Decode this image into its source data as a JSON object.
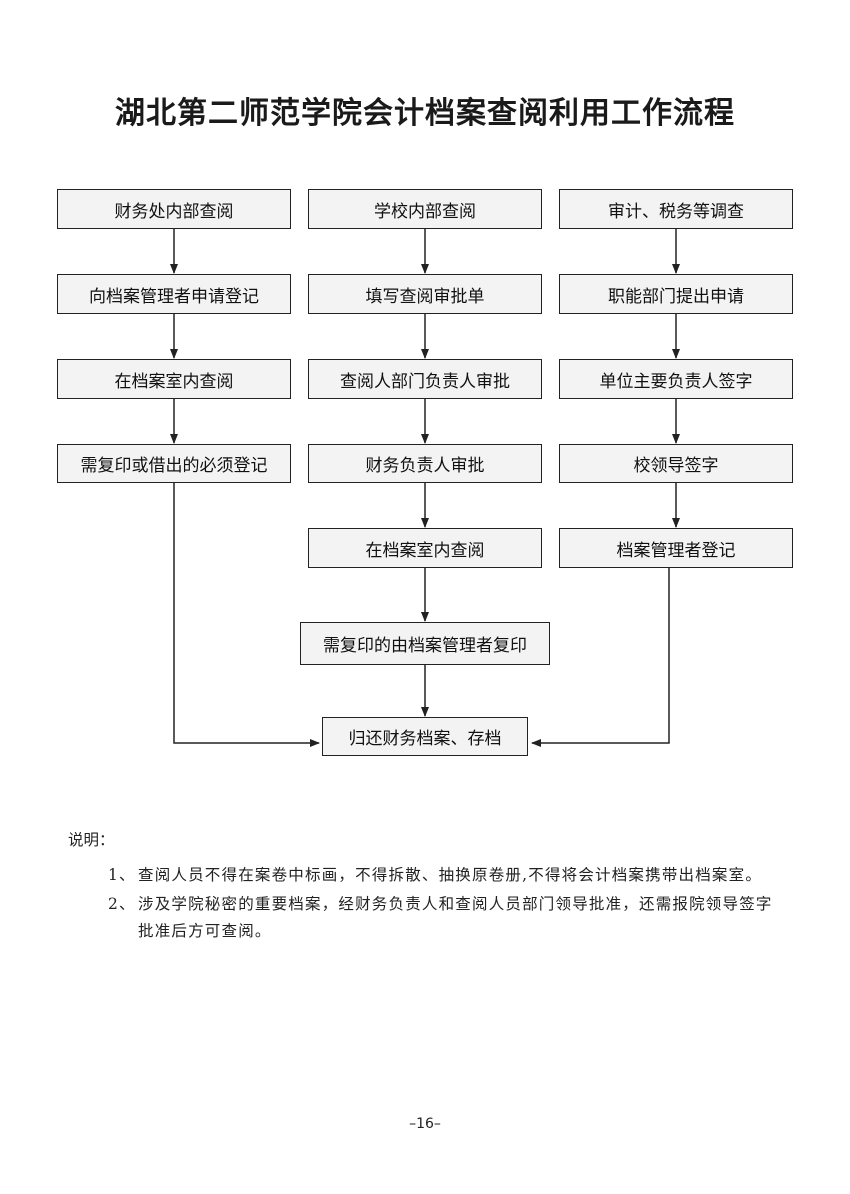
{
  "title": "湖北第二师范学院会计档案查阅利用工作流程",
  "columns": {
    "left": {
      "steps": [
        "财务处内部查阅",
        "向档案管理者申请登记",
        "在档案室内查阅",
        "需复印或借出的必须登记"
      ]
    },
    "middle": {
      "steps": [
        "学校内部查阅",
        "填写查阅审批单",
        "查阅人部门负责人审批",
        "财务负责人审批",
        "在档案室内查阅",
        "需复印的由档案管理者复印"
      ]
    },
    "right": {
      "steps": [
        "审计、税务等调查",
        "职能部门提出申请",
        "单位主要负责人签字",
        "校领导签字",
        "档案管理者登记"
      ]
    }
  },
  "final_step": "归还财务档案、存档",
  "notes": {
    "label": "说明：",
    "items": [
      {
        "num": "1、",
        "text": "查阅人员不得在案卷中标画，不得拆散、抽换原卷册,不得将会计档案携带出档案室。"
      },
      {
        "num": "2、",
        "text": "涉及学院秘密的重要档案，经财务负责人和查阅人员部门领导批准，还需报院领导签字批准后方可查阅。"
      }
    ]
  },
  "page_number": "–16–"
}
